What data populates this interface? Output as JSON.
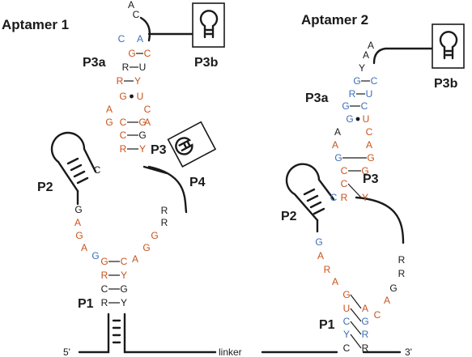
{
  "colors": {
    "orange": "#c8541c",
    "blue": "#3b6fb8",
    "black": "#1a1a1a"
  },
  "titles": {
    "aptamer1": "Aptamer 1",
    "aptamer2": "Aptamer 2"
  },
  "labels": {
    "a1_p3a": "P3a",
    "a1_p3b": "P3b",
    "a1_p3": "P3",
    "a1_p4": "P4",
    "a1_p2": "P2",
    "a1_p1": "P1",
    "a2_p3a": "P3a",
    "a2_p3b": "P3b",
    "a2_p3": "P3",
    "a2_p2": "P2",
    "a2_p1": "P1"
  },
  "strand_ends": {
    "five_prime": "5'",
    "linker": "linker",
    "three_prime": "3'"
  },
  "aptamer1": {
    "loop_top": [
      {
        "t": "A",
        "c": "black"
      },
      {
        "t": "C",
        "c": "blue"
      },
      {
        "t": "A",
        "c": "blue"
      },
      {
        "t": "C",
        "c": "black"
      }
    ],
    "p3a_left": [
      {
        "t": "G",
        "c": "orange"
      },
      {
        "t": "R",
        "c": "black"
      },
      {
        "t": "R",
        "c": "orange"
      },
      {
        "t": "G",
        "c": "orange"
      }
    ],
    "p3a_right": [
      {
        "t": "C",
        "c": "orange"
      },
      {
        "t": "U",
        "c": "black"
      },
      {
        "t": "Y",
        "c": "orange"
      },
      {
        "t": "U",
        "c": "orange"
      }
    ],
    "internal_left": [
      {
        "t": "A",
        "c": "orange"
      },
      {
        "t": "G",
        "c": "orange"
      }
    ],
    "internal_right": [
      {
        "t": "C",
        "c": "orange"
      },
      {
        "t": "A",
        "c": "orange"
      }
    ],
    "p3_left": [
      {
        "t": "C",
        "c": "orange"
      },
      {
        "t": "C",
        "c": "orange"
      },
      {
        "t": "R",
        "c": "orange"
      }
    ],
    "p3_right": [
      {
        "t": "G",
        "c": "orange"
      },
      {
        "t": "G",
        "c": "black"
      },
      {
        "t": "Y",
        "c": "orange"
      }
    ],
    "j23": {
      "t": "C",
      "c": "black"
    },
    "j12": [
      {
        "t": "G",
        "c": "black"
      },
      {
        "t": "A",
        "c": "orange"
      },
      {
        "t": "G",
        "c": "orange"
      },
      {
        "t": "A",
        "c": "orange"
      },
      {
        "t": "G",
        "c": "blue"
      }
    ],
    "j41": [
      {
        "t": "R",
        "c": "black"
      },
      {
        "t": "R",
        "c": "black"
      },
      {
        "t": "G",
        "c": "orange"
      },
      {
        "t": "G",
        "c": "orange"
      },
      {
        "t": "A",
        "c": "orange"
      }
    ],
    "p1_left": [
      {
        "t": "G",
        "c": "orange"
      },
      {
        "t": "R",
        "c": "orange"
      },
      {
        "t": "C",
        "c": "black"
      },
      {
        "t": "R",
        "c": "black"
      }
    ],
    "p1_right": [
      {
        "t": "C",
        "c": "orange"
      },
      {
        "t": "Y",
        "c": "orange"
      },
      {
        "t": "G",
        "c": "black"
      },
      {
        "t": "Y",
        "c": "black"
      }
    ]
  },
  "aptamer2": {
    "loop_top": [
      {
        "t": "A",
        "c": "black"
      },
      {
        "t": "A",
        "c": "black"
      },
      {
        "t": "Y",
        "c": "black"
      }
    ],
    "p3a_left": [
      {
        "t": "G",
        "c": "blue"
      },
      {
        "t": "R",
        "c": "blue"
      },
      {
        "t": "G",
        "c": "blue"
      },
      {
        "t": "G",
        "c": "blue"
      }
    ],
    "p3a_right": [
      {
        "t": "C",
        "c": "blue"
      },
      {
        "t": "U",
        "c": "blue"
      },
      {
        "t": "C",
        "c": "blue"
      },
      {
        "t": "U",
        "c": "orange"
      }
    ],
    "internal_left": [
      {
        "t": "A",
        "c": "black"
      },
      {
        "t": "A",
        "c": "orange"
      }
    ],
    "internal_right": [
      {
        "t": "C",
        "c": "orange"
      },
      {
        "t": "A",
        "c": "orange"
      }
    ],
    "p3_left": [
      {
        "t": "G",
        "c": "blue"
      },
      {
        "t": "C",
        "c": "orange"
      },
      {
        "t": "C",
        "c": "orange"
      },
      {
        "t": "R",
        "c": "orange"
      }
    ],
    "p3_right": [
      {
        "t": "G",
        "c": "orange"
      },
      {
        "t": "G",
        "c": "orange"
      },
      {
        "t": "Y",
        "c": "orange"
      }
    ],
    "j23": {
      "t": "C",
      "c": "blue"
    },
    "j12": [
      {
        "t": "G",
        "c": "blue"
      },
      {
        "t": "A",
        "c": "orange"
      },
      {
        "t": "R",
        "c": "orange"
      },
      {
        "t": "A",
        "c": "orange"
      }
    ],
    "j31": [
      {
        "t": "R",
        "c": "black"
      },
      {
        "t": "R",
        "c": "black"
      },
      {
        "t": "G",
        "c": "black"
      },
      {
        "t": "A",
        "c": "orange"
      },
      {
        "t": "C",
        "c": "orange"
      }
    ],
    "p1_left": [
      {
        "t": "G",
        "c": "orange"
      },
      {
        "t": "U",
        "c": "orange"
      },
      {
        "t": "C",
        "c": "blue"
      },
      {
        "t": "Y",
        "c": "blue"
      },
      {
        "t": "C",
        "c": "black"
      }
    ],
    "p1_right": [
      {
        "t": "A",
        "c": "orange"
      },
      {
        "t": "G",
        "c": "blue"
      },
      {
        "t": "R",
        "c": "blue"
      },
      {
        "t": "R",
        "c": "black"
      }
    ]
  }
}
